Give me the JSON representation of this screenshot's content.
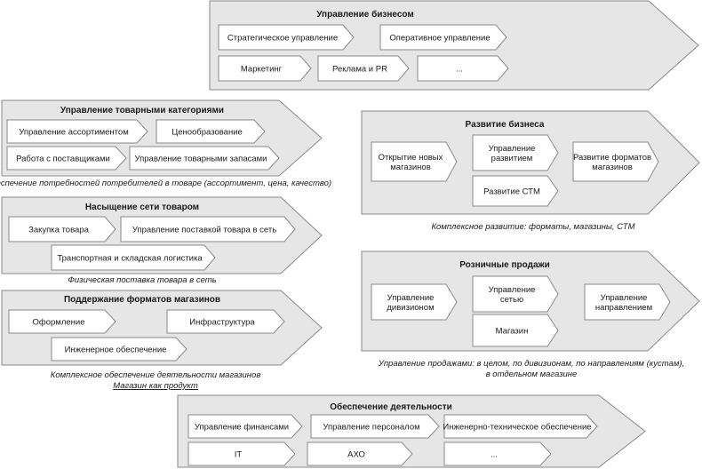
{
  "blocks": [
    {
      "title": "Управление бизнесом",
      "items": [
        {
          "lines": [
            "Стратегическое управление"
          ]
        },
        {
          "lines": [
            "Оперативное управление"
          ]
        },
        {
          "lines": [
            "Маркетинг"
          ]
        },
        {
          "lines": [
            "Реклама и PR"
          ]
        },
        {
          "lines": [
            "..."
          ]
        }
      ],
      "caption": []
    },
    {
      "title": "Управление товарными категориями",
      "items": [
        {
          "lines": [
            "Управление ассортиментом"
          ]
        },
        {
          "lines": [
            "Ценообразование"
          ]
        },
        {
          "lines": [
            "Работа с поставщиками"
          ]
        },
        {
          "lines": [
            "Управление товарными запасами"
          ]
        }
      ],
      "caption": [
        "Обеспечение потребностей потребителей в товаре (ассортимент, цена, качество)"
      ]
    },
    {
      "title": "Насыщение сети товаром",
      "items": [
        {
          "lines": [
            "Закупка товара"
          ]
        },
        {
          "lines": [
            "Управление поставкой товара в сеть"
          ]
        },
        {
          "lines": [
            "Транспортная и складская логистика"
          ]
        }
      ],
      "caption": [
        "Физическая поставка товара в сеть"
      ]
    },
    {
      "title": "Поддержание форматов магазинов",
      "items": [
        {
          "lines": [
            "Оформление"
          ]
        },
        {
          "lines": [
            "Инфраструктура"
          ]
        },
        {
          "lines": [
            "Инженерное обеспечение"
          ]
        }
      ],
      "caption": [
        "Комплексное обеспечение деятельности магазинов",
        "Магазин как продукт"
      ]
    },
    {
      "title": "Развитие бизнеса",
      "items": [
        {
          "lines": [
            "Открытие новых",
            "магазинов"
          ]
        },
        {
          "lines": [
            "Управление",
            "развитием"
          ]
        },
        {
          "lines": [
            "Развитие СТМ"
          ]
        },
        {
          "lines": [
            "Развитие форматов",
            "магазинов"
          ]
        }
      ],
      "caption": [
        "Комплексное развитие: форматы, магазины, СТМ"
      ]
    },
    {
      "title": "Розничные продажи",
      "items": [
        {
          "lines": [
            "Управление",
            "дивизионом"
          ]
        },
        {
          "lines": [
            "Управление",
            "сетью"
          ]
        },
        {
          "lines": [
            "Магазин"
          ]
        },
        {
          "lines": [
            "Управление",
            "направлением"
          ]
        }
      ],
      "caption": [
        "Управление продажами: в целом, по дивизионам, по направлениям (кустам),",
        "в отдельном магазине"
      ]
    },
    {
      "title": "Обеспечение деятельности",
      "items": [
        {
          "lines": [
            "Управление финансами"
          ]
        },
        {
          "lines": [
            "Управление персоналом"
          ]
        },
        {
          "lines": [
            "Инженерно-техническое обеспечение"
          ]
        },
        {
          "lines": [
            "IT"
          ]
        },
        {
          "lines": [
            "АХО"
          ]
        },
        {
          "lines": [
            "..."
          ]
        }
      ],
      "caption": []
    }
  ]
}
